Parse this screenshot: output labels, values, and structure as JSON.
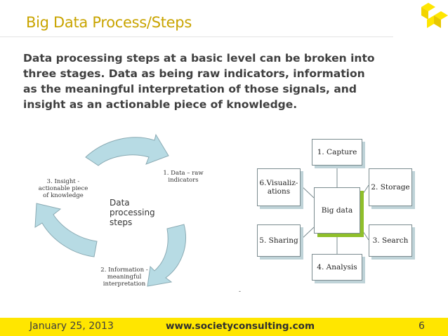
{
  "slide": {
    "title": "Big Data Process/Steps",
    "body_lines": [
      "Data processing steps at a basic level can be broken into",
      "three stages. Data as being raw indicators, information",
      "as the meaningful interpretation of those signals, and",
      "insight as an actionable piece of knowledge."
    ]
  },
  "cycle_diagram": {
    "center": [
      "Data",
      "processing",
      "steps"
    ],
    "step1": [
      "1. Data – raw",
      "indicators"
    ],
    "step2": [
      "2. Information -",
      "meaningful",
      "interpretation"
    ],
    "step3": [
      "3. Insight -",
      "actionable piece",
      "of knowledge"
    ]
  },
  "big_data_diagram": {
    "hub": "Big data",
    "nodes": {
      "capture": "1. Capture",
      "storage": "2. Storage",
      "search": "3. Search",
      "analysis": "4. Analysis",
      "sharing": "5. Sharing",
      "visualizations": [
        "6.Visualiz-",
        "ations"
      ]
    },
    "dot": "-"
  },
  "footer": {
    "date": "January 25, 2013",
    "url": "www.societyconsulting.com",
    "page": "6"
  },
  "colors": {
    "accent_yellow": "#ffe600",
    "title_gold": "#c9a400",
    "arrow_blue": "#b7dbe4",
    "hub_shadow_green": "#8fbf2a"
  }
}
